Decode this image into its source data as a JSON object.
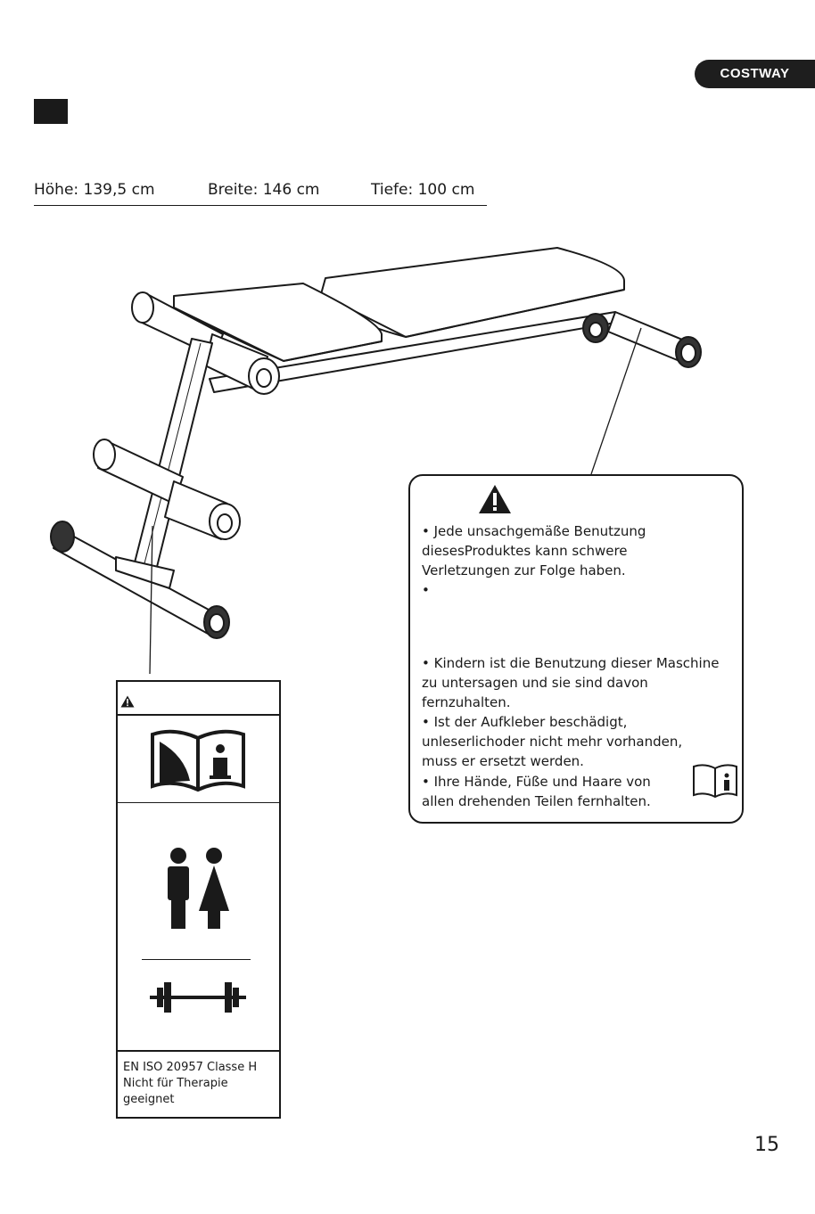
{
  "header": {
    "brand": "COSTWAY"
  },
  "dimensions": {
    "height": "Höhe: 139,5 cm",
    "width": "Breite: 146 cm",
    "depth": "Tiefe: 100 cm"
  },
  "warning_sticker": {
    "icon": "warning-triangle-icon",
    "lines": [
      "• Jede unsachgemäße Benutzung",
      "diesesProduktes kann schwere",
      "Verletzungen zur Folge haben.",
      "•",
      "• Kindern ist die Benutzung dieser Maschine",
      "zu untersagen und sie sind davon",
      "fernzuhalten.",
      "• Ist der Aufkleber beschädigt,",
      "unleserlichoder nicht mehr vorhanden,",
      "muss er ersetzt werden.",
      "• Ihre Hände, Füße und Haare von",
      "allen drehenden Teilen fernhalten."
    ],
    "manual_icon": "read-manual-icon"
  },
  "label_sticker": {
    "warning_icon": "warning-triangle-icon",
    "manual_icon": "read-manual-icon",
    "users_icon": "male-female-users-icon",
    "weight_icon": "barbell-icon",
    "note_lines": [
      "EN ISO 20957 Classe H",
      "Nicht für Therapie",
      "geeignet"
    ]
  },
  "footer": {
    "page_number": "15"
  }
}
